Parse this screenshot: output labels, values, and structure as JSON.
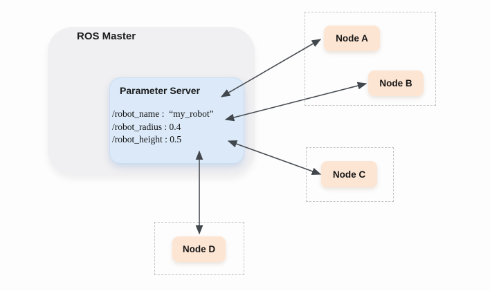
{
  "diagram": {
    "master": {
      "label": "ROS Master"
    },
    "parameter_server": {
      "label": "Parameter Server",
      "params": [
        "/robot_name :  “my_robot”",
        "/robot_radius : 0.4",
        "/robot_height : 0.5"
      ]
    },
    "nodes": [
      {
        "id": "node-a",
        "label": "Node A"
      },
      {
        "id": "node-b",
        "label": "Node B"
      },
      {
        "id": "node-c",
        "label": "Node C"
      },
      {
        "id": "node-d",
        "label": "Node D"
      }
    ],
    "connections": [
      {
        "from": "parameter-server",
        "to": "node-a",
        "bidirectional": true
      },
      {
        "from": "parameter-server",
        "to": "node-b",
        "bidirectional": true
      },
      {
        "from": "parameter-server",
        "to": "node-c",
        "bidirectional": true
      },
      {
        "from": "parameter-server",
        "to": "node-d",
        "bidirectional": true
      }
    ],
    "colors": {
      "master_fill": "#f0eff1",
      "parameter_server_fill": "#dbe9f8",
      "node_fill": "#fce5d3",
      "arrow": "#4a4f55",
      "dashed_border": "#c3c3c3"
    }
  }
}
